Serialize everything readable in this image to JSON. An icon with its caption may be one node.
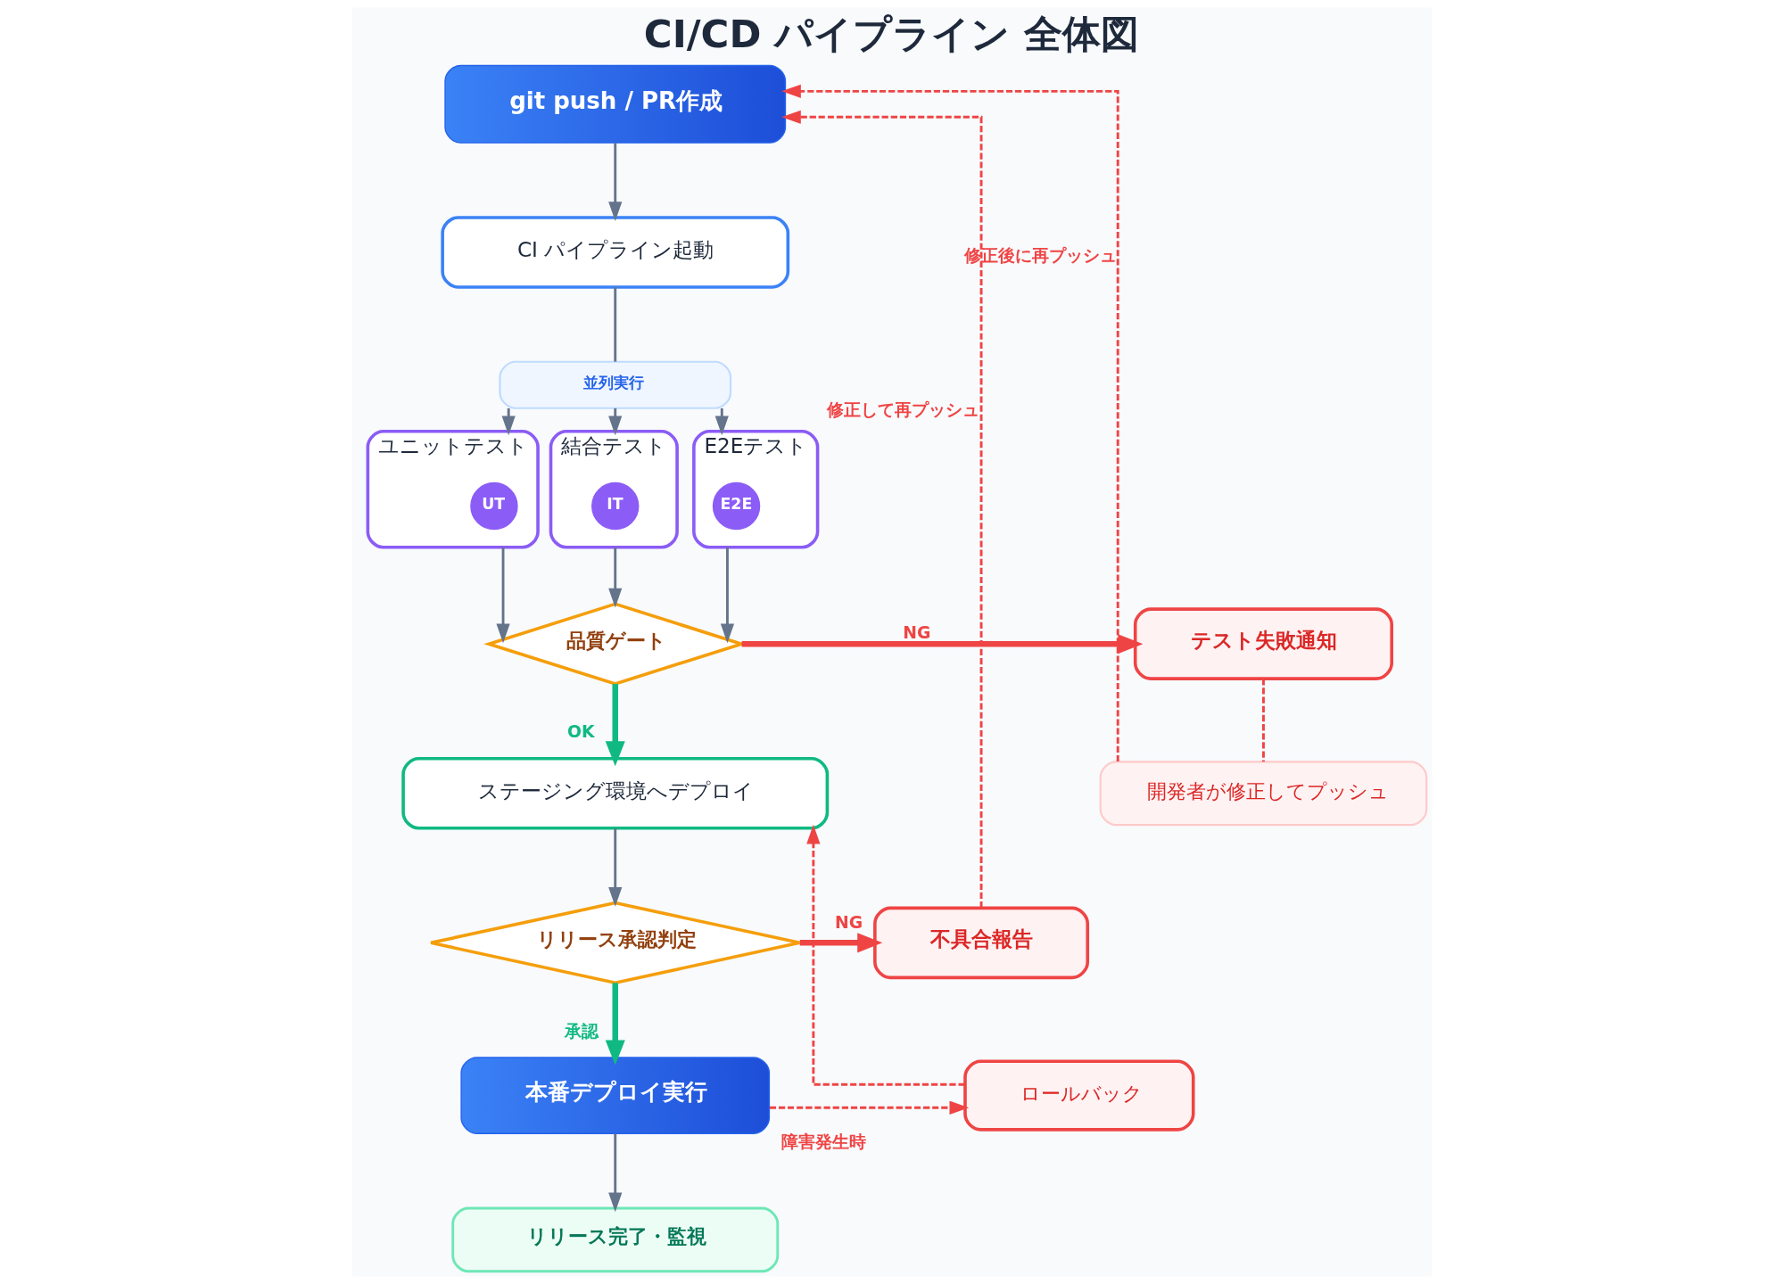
{
  "diagram": {
    "title": "CI/CD パイプライン 全体図",
    "nodes": [
      {
        "text": [
          "git push / PR作成"
        ]
      },
      {
        "text": [
          "CI パイプライン起動"
        ]
      },
      {
        "text": [
          "並列実行"
        ]
      },
      {
        "text": [
          "ユニットテスト"
        ]
      },
      {
        "text": [
          "UT"
        ],
        "in": 3
      },
      {
        "text": [
          "結合テスト"
        ]
      },
      {
        "text": [
          "IT"
        ],
        "in": 5
      },
      {
        "text": [
          "E2Eテスト"
        ]
      },
      {
        "text": [
          "E2E"
        ],
        "in": 7
      },
      {
        "text": [
          "品質ゲート"
        ]
      },
      {
        "text": [
          "テスト失敗通知"
        ]
      },
      {
        "text": [
          "開発者が修正してプッシュ"
        ]
      },
      {
        "text": [
          "ステージング環境へデプロイ"
        ]
      },
      {
        "text": [
          "リリース承認判定"
        ]
      },
      {
        "text": [
          "不具合報告"
        ]
      },
      {
        "text": [
          "ロールバック"
        ]
      },
      {
        "text": [
          "本番デプロイ実行"
        ]
      },
      {
        "text": [
          "リリース完了・監視"
        ]
      }
    ],
    "edges": [
      {
        "from": 0,
        "to": 1,
        "arrow": "to"
      },
      {
        "from": 1,
        "to": 2,
        "arrow": "none"
      },
      {
        "from": 2,
        "to": 3,
        "arrow": "to"
      },
      {
        "from": 2,
        "to": 5,
        "arrow": "to"
      },
      {
        "from": 2,
        "to": 7,
        "arrow": "to"
      },
      {
        "from": 3,
        "to": 9,
        "arrow": "to"
      },
      {
        "from": 5,
        "to": 9,
        "arrow": "to"
      },
      {
        "from": 7,
        "to": 9,
        "arrow": "to"
      },
      {
        "from": 9,
        "to": 10,
        "arrow": "to",
        "label": "NG",
        "style": "thick",
        "color": "#ef4444"
      },
      {
        "from": 9,
        "to": 12,
        "arrow": "to",
        "label": "OK",
        "style": "thick",
        "color": "#10b981"
      },
      {
        "from": 10,
        "to": 11,
        "arrow": "none",
        "style": "dashed",
        "color": "#ef4444"
      },
      {
        "from": 11,
        "to": 0,
        "arrow": "to",
        "label": "修正後に再プッシュ",
        "style": "dashed",
        "color": "#ef4444"
      },
      {
        "from": 12,
        "to": 13,
        "arrow": "to"
      },
      {
        "from": 13,
        "to": 14,
        "arrow": "to",
        "label": "NG",
        "style": "thick",
        "color": "#ef4444"
      },
      {
        "from": 13,
        "to": 16,
        "arrow": "to",
        "label": "承認",
        "style": "thick",
        "color": "#10b981"
      },
      {
        "from": 14,
        "to": 0,
        "arrow": "to",
        "label": "修正して再プッシュ",
        "style": "dashed",
        "color": "#ef4444"
      },
      {
        "from": 16,
        "to": 15,
        "arrow": "to",
        "label": "障害発生時",
        "style": "dashed",
        "color": "#ef4444"
      },
      {
        "from": 15,
        "to": 12,
        "arrow": "to",
        "style": "dashed",
        "color": "#ef4444"
      },
      {
        "from": 16,
        "to": 17,
        "arrow": "to"
      }
    ]
  }
}
